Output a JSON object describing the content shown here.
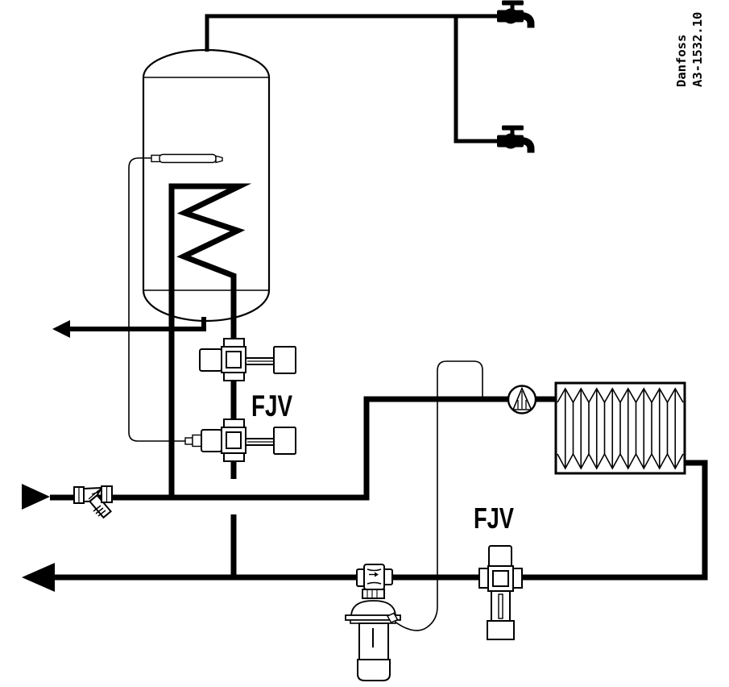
{
  "brand": {
    "line1": "Danfoss",
    "line2": "A3-1532.10"
  },
  "labels": {
    "fjv_tank": "FJV",
    "fjv_heater": "FJV"
  },
  "colors": {
    "line": "#000000",
    "background": "#ffffff",
    "component_fill": "#ffffff"
  },
  "components": [
    "domestic-hot-water-tank",
    "immersed-heating-coil",
    "tank-temperature-sensor",
    "capillary-tube",
    "draw-off-tap",
    "circulation-pump",
    "air-heater-coil",
    "y-strainer",
    "fjv-self-acting-valve",
    "thermostatic-water-valve",
    "flow-direction-arrow"
  ]
}
